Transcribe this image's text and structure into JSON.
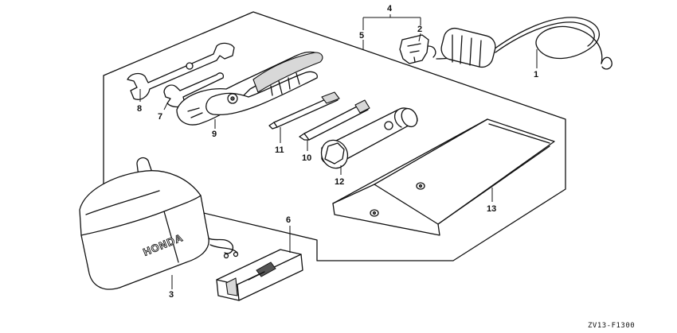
{
  "diagram": {
    "callouts": [
      "1",
      "2",
      "3",
      "4",
      "5",
      "6",
      "7",
      "8",
      "9",
      "10",
      "11",
      "12",
      "13"
    ],
    "drawing_code": "ZV13-F1300",
    "brand_mark": "HONDA",
    "line_color": "#111111",
    "background": "#ffffff"
  }
}
